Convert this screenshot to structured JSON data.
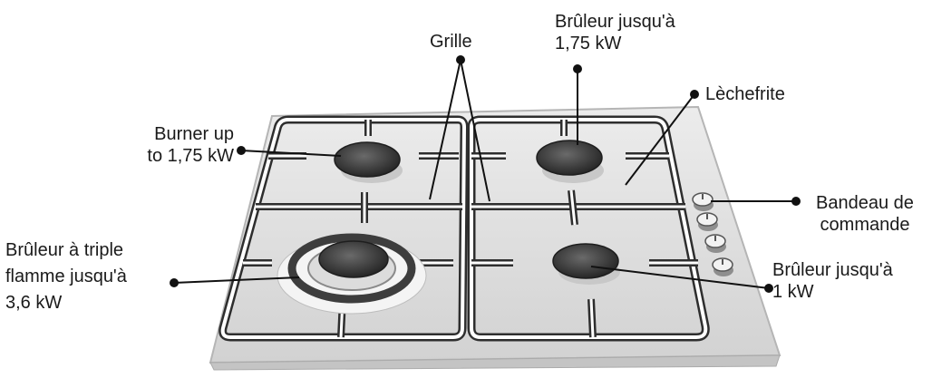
{
  "labels": {
    "grille": "Grille",
    "burner_top_right": [
      "Brûleur jusqu'à",
      "1,75 kW"
    ],
    "lechefrite": "Lèchefrite",
    "burner_left_top": [
      "Burner up",
      "to 1,75 kW"
    ],
    "bandeau": [
      "Bandeau de",
      "commande"
    ],
    "triple": [
      "Brûleur à triple",
      "flamme jusqu'à",
      "3,6 kW"
    ],
    "burner_small": [
      "Brûleur jusqu'à",
      "1 kW"
    ]
  },
  "colors": {
    "plate": "#e3e3e3",
    "plate_edge": "#b5b5b5",
    "grate_outer": "#2e2e2e",
    "grate_inner": "#ffffff",
    "burner_cap": "#3a3a3a",
    "ring": "#6a6a6a",
    "leader": "#111111"
  }
}
